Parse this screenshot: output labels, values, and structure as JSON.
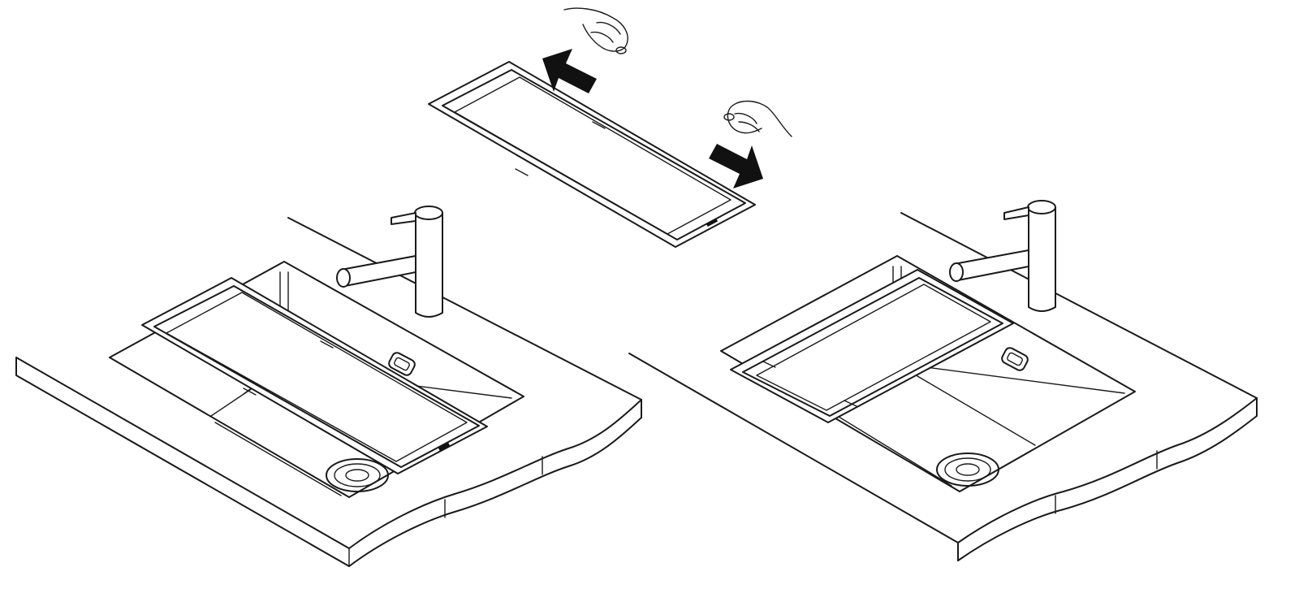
{
  "illustration": {
    "panels": [
      {
        "role": "sink-with-extended-rack"
      },
      {
        "role": "rack-adjustment-instruction"
      },
      {
        "role": "sink-with-collapsed-rack"
      }
    ],
    "icons": [
      "faucet-icon",
      "hand-icon",
      "arrow-icon",
      "drain-strainer-icon",
      "overflow-icon"
    ],
    "colors": {
      "line": "#1a1a1a",
      "background": "#ffffff",
      "arrow": "#111111"
    }
  }
}
